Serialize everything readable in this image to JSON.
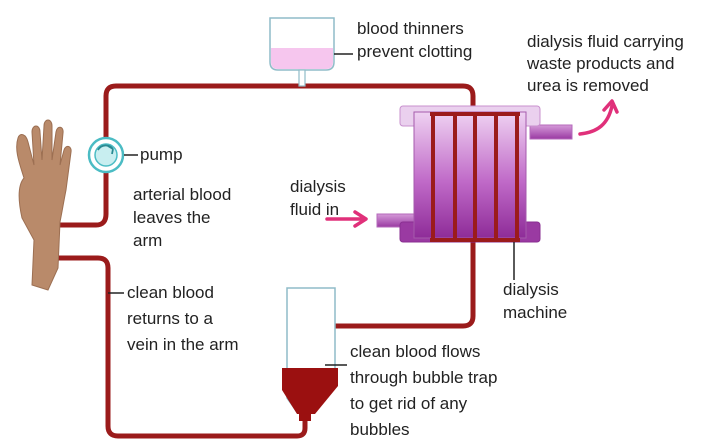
{
  "labels": {
    "thinners_line1": "blood thinners",
    "thinners_line2": "prevent clotting",
    "waste_line1": "dialysis fluid carrying",
    "waste_line2": "waste products and",
    "waste_line3": "urea is removed",
    "pump": "pump",
    "arterial_line1": "arterial blood",
    "arterial_line2": "leaves the",
    "arterial_line3": "arm",
    "fluid_in_line1": "dialysis",
    "fluid_in_line2": "fluid in",
    "machine_line1": "dialysis",
    "machine_line2": "machine",
    "clean_line1": "clean blood",
    "clean_line2": "returns to a",
    "clean_line3": "vein in the arm",
    "trap_line1": "clean blood flows",
    "trap_line2": "through bubble trap",
    "trap_line3": "to get rid of any",
    "trap_line4": "bubbles"
  },
  "colors": {
    "blood_tube": "#9b1b1b",
    "machine_purple": "#a040a8",
    "machine_light": "#e8c0ec",
    "thinner_fluid": "#f6c6ee",
    "arrow_pink": "#e0307a",
    "pump_teal": "#4bbcc4",
    "skin": "#b98a6a"
  },
  "icons": {
    "pump": "pump-icon",
    "hand": "hand-arm-icon",
    "bubble_trap": "bubble-trap-icon"
  }
}
